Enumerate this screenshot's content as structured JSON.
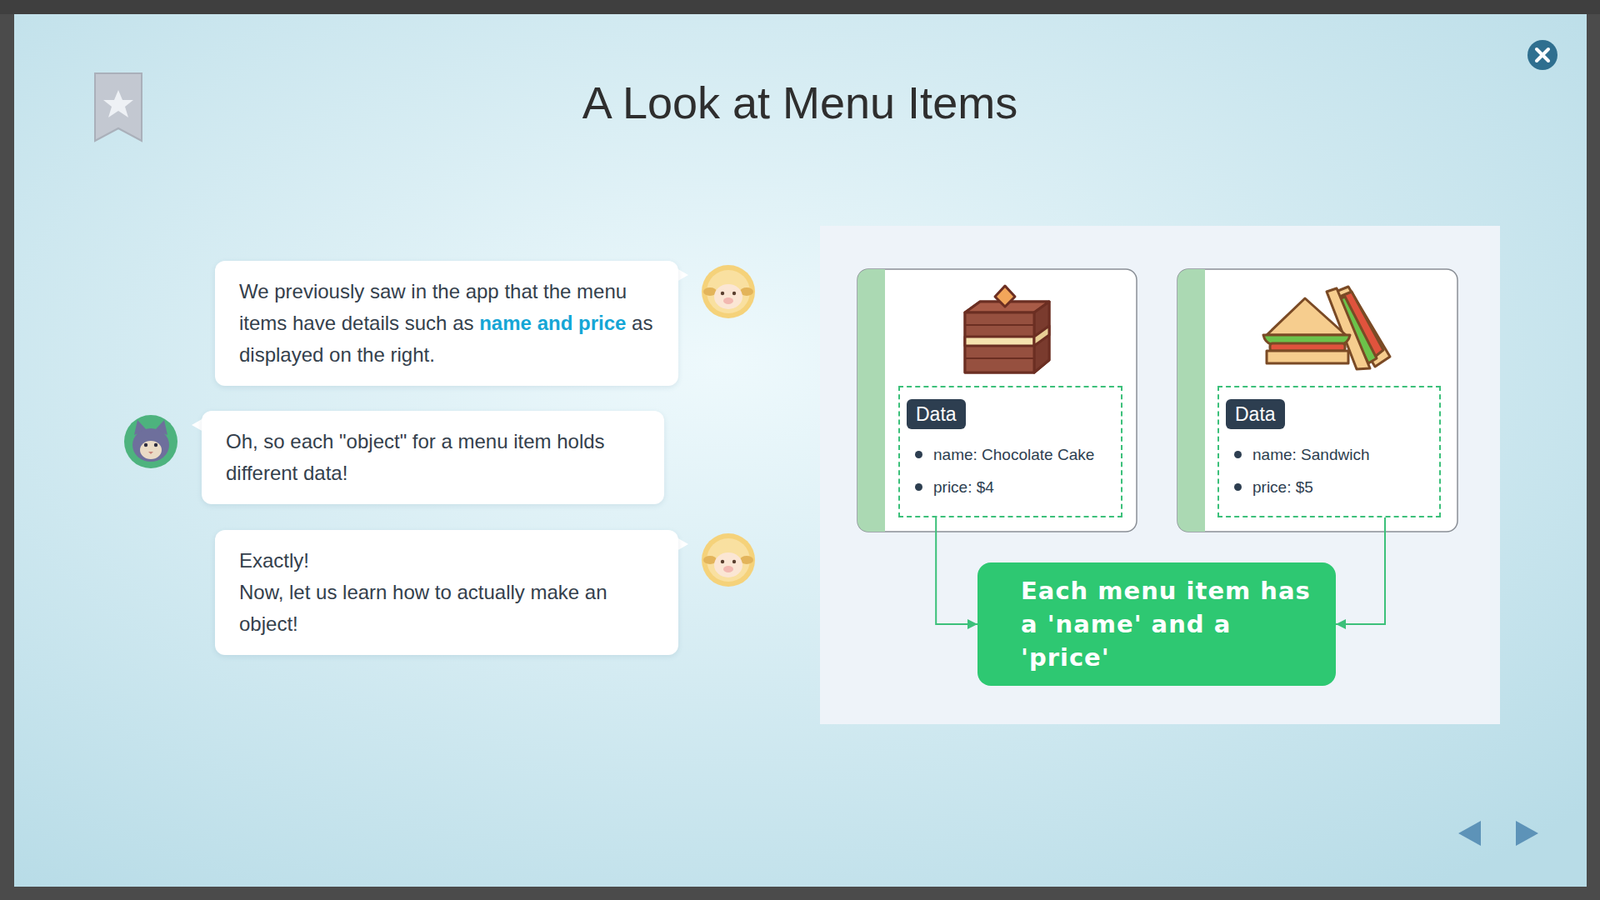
{
  "diagram": {
    "title": "A Look at Menu Items",
    "nodes": [
      {
        "text": [
          "We previously saw in the app that the menu items have details such as",
          "name",
          "and",
          "price",
          "as displayed on the right."
        ]
      },
      {
        "text": [
          "Oh, so each \"object\" for a menu item holds different data!"
        ]
      },
      {
        "text": [
          "Exactly!",
          "Now, let us learn how to actually make an object!"
        ]
      },
      {
        "text": [
          "name: Chocolate Cake",
          "price: $4"
        ]
      },
      {
        "text": [
          "Data"
        ],
        "in": 3
      },
      {
        "text": [
          "name: Sandwich",
          "price: $5"
        ]
      },
      {
        "text": [
          "Data"
        ],
        "in": 5
      },
      {
        "text": [
          "Each menu item has a 'name' and a 'price'"
        ]
      }
    ],
    "edges": [
      {
        "from": 3,
        "to": 7,
        "arrow": "to"
      },
      {
        "from": 5,
        "to": 7,
        "arrow": "to"
      }
    ]
  }
}
